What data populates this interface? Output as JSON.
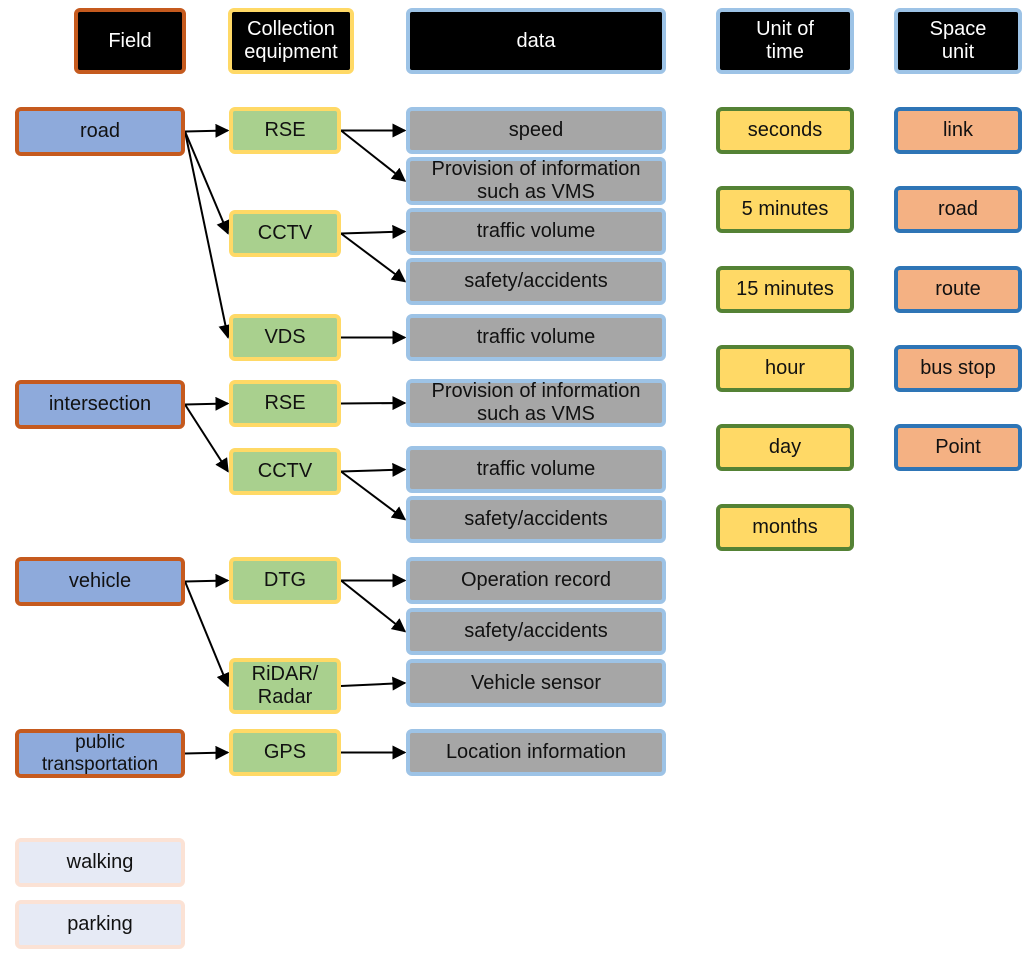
{
  "headers": {
    "field": "Field",
    "equipment": "Collection\nequipment",
    "data": "data",
    "time": "Unit of\ntime",
    "space": "Space\nunit"
  },
  "fields": [
    {
      "label": "road"
    },
    {
      "label": "intersection"
    },
    {
      "label": "vehicle"
    },
    {
      "label": "public\ntransportation"
    },
    {
      "label": "walking"
    },
    {
      "label": "parking"
    }
  ],
  "equipment": [
    {
      "label": "RSE"
    },
    {
      "label": "CCTV"
    },
    {
      "label": "VDS"
    },
    {
      "label": "RSE"
    },
    {
      "label": "CCTV"
    },
    {
      "label": "DTG"
    },
    {
      "label": "RiDAR/\nRadar"
    },
    {
      "label": "GPS"
    }
  ],
  "data": [
    {
      "label": "speed"
    },
    {
      "label": "Provision of information\nsuch as VMS"
    },
    {
      "label": "traffic volume"
    },
    {
      "label": "safety/accidents"
    },
    {
      "label": "traffic volume"
    },
    {
      "label": "Provision of information\nsuch as VMS"
    },
    {
      "label": "traffic volume"
    },
    {
      "label": "safety/accidents"
    },
    {
      "label": "Operation record"
    },
    {
      "label": "safety/accidents"
    },
    {
      "label": "Vehicle sensor"
    },
    {
      "label": "Location information"
    }
  ],
  "time_units": [
    {
      "label": "seconds"
    },
    {
      "label": "5 minutes"
    },
    {
      "label": "15 minutes"
    },
    {
      "label": "hour"
    },
    {
      "label": "day"
    },
    {
      "label": "months"
    }
  ],
  "space_units": [
    {
      "label": "link"
    },
    {
      "label": "road"
    },
    {
      "label": "route"
    },
    {
      "label": "bus stop"
    },
    {
      "label": "Point"
    }
  ],
  "connections": [
    {
      "from": "field-0",
      "to": "equip-0"
    },
    {
      "from": "field-0",
      "to": "equip-1"
    },
    {
      "from": "field-0",
      "to": "equip-2"
    },
    {
      "from": "equip-0",
      "to": "data-0"
    },
    {
      "from": "equip-0",
      "to": "data-1"
    },
    {
      "from": "equip-1",
      "to": "data-2"
    },
    {
      "from": "equip-1",
      "to": "data-3"
    },
    {
      "from": "equip-2",
      "to": "data-4"
    },
    {
      "from": "field-1",
      "to": "equip-3"
    },
    {
      "from": "field-1",
      "to": "equip-4"
    },
    {
      "from": "equip-3",
      "to": "data-5"
    },
    {
      "from": "equip-4",
      "to": "data-6"
    },
    {
      "from": "equip-4",
      "to": "data-7"
    },
    {
      "from": "field-2",
      "to": "equip-5"
    },
    {
      "from": "field-2",
      "to": "equip-6"
    },
    {
      "from": "equip-5",
      "to": "data-8"
    },
    {
      "from": "equip-5",
      "to": "data-9"
    },
    {
      "from": "equip-6",
      "to": "data-10"
    },
    {
      "from": "field-3",
      "to": "equip-7"
    },
    {
      "from": "equip-7",
      "to": "data-11"
    }
  ]
}
